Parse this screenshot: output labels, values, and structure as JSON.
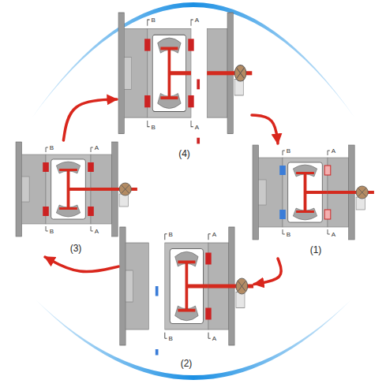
{
  "diagram": {
    "nodes": [
      {
        "text": [
          "(1)"
        ]
      },
      {
        "text": [
          "(2)"
        ]
      },
      {
        "text": [
          "(3)"
        ]
      },
      {
        "text": [
          "(4)"
        ]
      }
    ],
    "edges": [
      {
        "from": 0,
        "to": 1,
        "arrow": "to"
      },
      {
        "from": 1,
        "to": 2,
        "arrow": "to"
      },
      {
        "from": 2,
        "to": 3,
        "arrow": "to"
      },
      {
        "from": 3,
        "to": 0,
        "arrow": "to"
      }
    ],
    "labels": [
      "B",
      "A",
      "B",
      "A",
      "B",
      "A",
      "B",
      "A",
      "B",
      "A",
      "B",
      "A",
      "B",
      "A",
      "B",
      "A"
    ]
  }
}
